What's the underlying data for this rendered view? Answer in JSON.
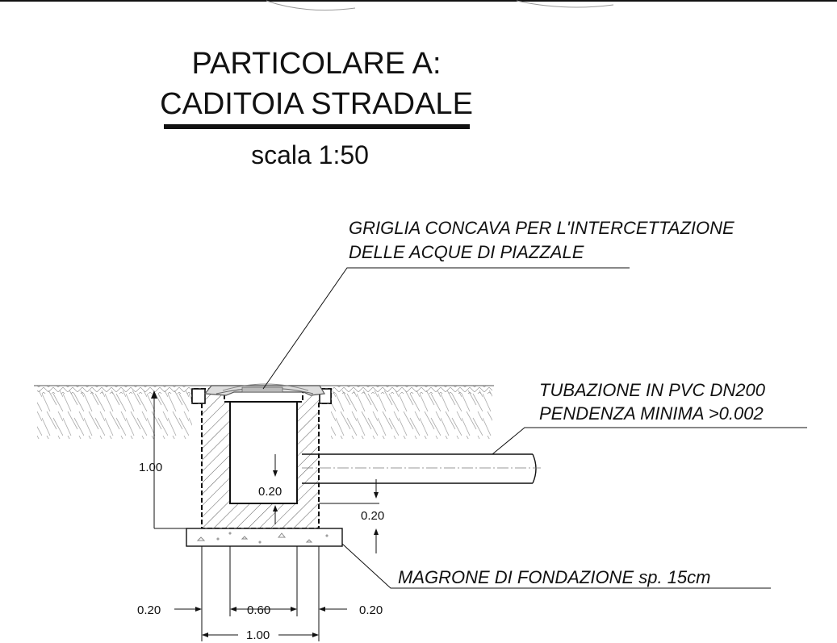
{
  "title": {
    "line1": "PARTICOLARE A:",
    "line2": "CADITOIA STRADALE",
    "scale": "scala 1:50"
  },
  "labels": {
    "grate_line1": "GRIGLIA  CONCAVA  PER L'INTERCETTAZIONE",
    "grate_line2": "DELLE ACQUE DI PIAZZALE",
    "pipe_line1": "TUBAZIONE IN PVC DN200",
    "pipe_line2": "PENDENZA MINIMA >0.002",
    "foundation": "MAGRONE DI FONDAZIONE sp. 15cm"
  },
  "dimensions": {
    "height": "1.00",
    "inner_bottom": "0.20",
    "outer_bottom": "0.20",
    "left_wall": "0.20",
    "inner_width": "0.60",
    "right_wall": "0.20",
    "total_width": "1.00"
  }
}
